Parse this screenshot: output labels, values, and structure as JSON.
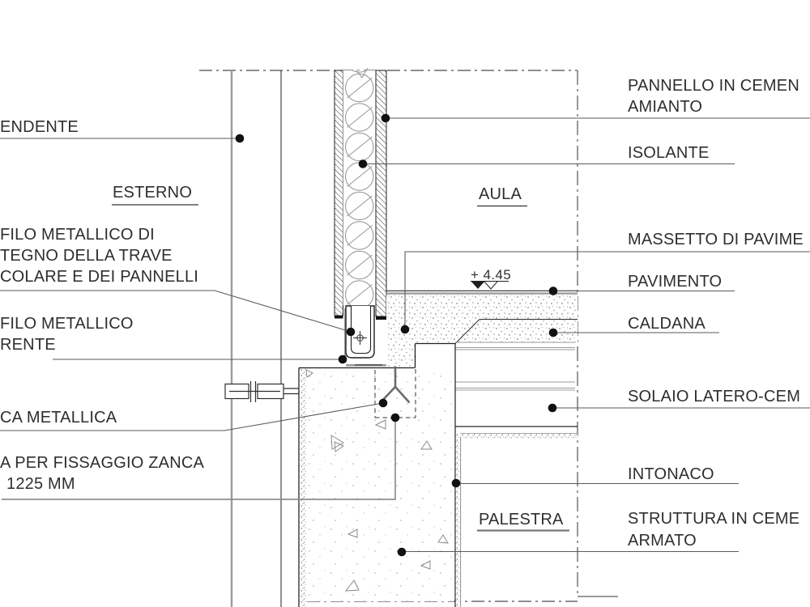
{
  "drawing_type": "architectural construction section detail",
  "rooms": {
    "esterno": "ESTERNO",
    "aula": "AULA",
    "palestra": "PALESTRA"
  },
  "level_marker": {
    "value": "+ 4.45"
  },
  "callouts_left": [
    {
      "name": "discendente",
      "lines": [
        "ENDENTE"
      ]
    },
    {
      "name": "profilo-metallico-sostegno",
      "lines": [
        "FILO METALLICO DI",
        "TEGNO DELLA TRAVE",
        "COLARE E DEI PANNELLI"
      ]
    },
    {
      "name": "profilo-metallico-corrente",
      "lines": [
        "FILO METALLICO",
        "RENTE"
      ]
    },
    {
      "name": "zanca-metallica",
      "lines": [
        "CA METALLICA"
      ]
    },
    {
      "name": "asola-fissaggio-zanca",
      "lines": [
        "A PER FISSAGGIO ZANCA",
        "1225 MM"
      ]
    }
  ],
  "callouts_right": [
    {
      "name": "pannello-cemento-amianto",
      "lines": [
        "PANNELLO IN CEMEN",
        "AMIANTO"
      ]
    },
    {
      "name": "isolante",
      "lines": [
        "ISOLANTE"
      ]
    },
    {
      "name": "massetto-di-pavimentazione",
      "lines": [
        "MASSETTO DI PAVIME"
      ]
    },
    {
      "name": "pavimento",
      "lines": [
        "PAVIMENTO"
      ]
    },
    {
      "name": "caldana",
      "lines": [
        "CALDANA"
      ]
    },
    {
      "name": "solaio-latero-cementizio",
      "lines": [
        "SOLAIO LATERO-CEM"
      ]
    },
    {
      "name": "intonaco",
      "lines": [
        "INTONACO"
      ]
    },
    {
      "name": "struttura-cemento-armato",
      "lines": [
        "STRUTTURA IN CEME",
        "ARMATO"
      ]
    }
  ],
  "colors": {
    "background": "#ffffff",
    "line": "#2a2a2a",
    "gray_line": "#9b9b9b",
    "leader": "#5a5a5a",
    "text": "#2e2e2e"
  }
}
